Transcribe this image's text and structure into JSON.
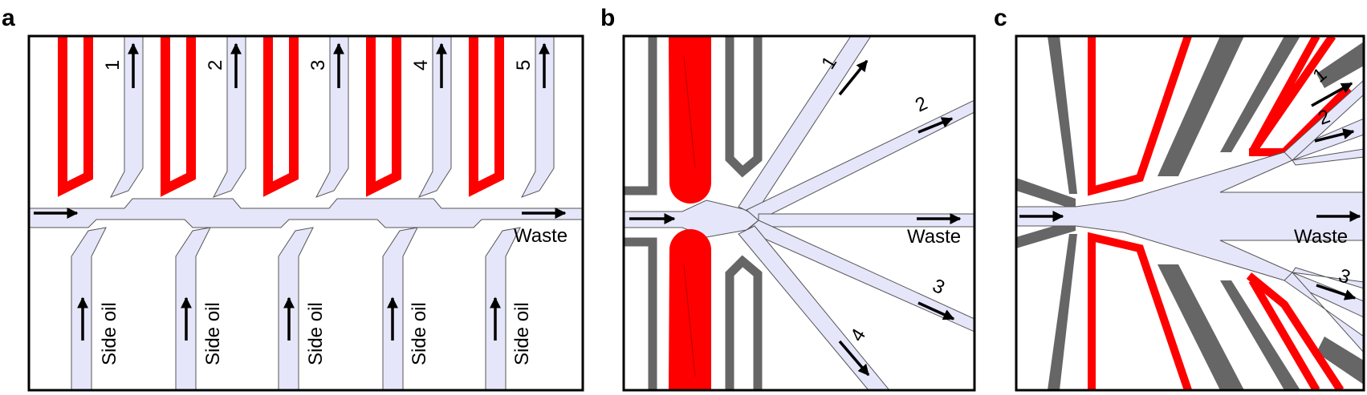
{
  "colors": {
    "channel": "#e6e6fa",
    "electrode": "#ff0000",
    "ground_electrode": "#666666",
    "frame": "#000000",
    "arrow": "#000000"
  },
  "panels": [
    {
      "letter": "a",
      "outlets": [
        "1",
        "2",
        "3",
        "4",
        "5"
      ],
      "side_inlet_label": "Side oil",
      "waste_label": "Waste"
    },
    {
      "letter": "b",
      "outlets": [
        "1",
        "2",
        "3",
        "4"
      ],
      "waste_label": "Waste"
    },
    {
      "letter": "c",
      "outlets": [
        "1",
        "2",
        "3"
      ],
      "waste_label": "Waste"
    }
  ]
}
